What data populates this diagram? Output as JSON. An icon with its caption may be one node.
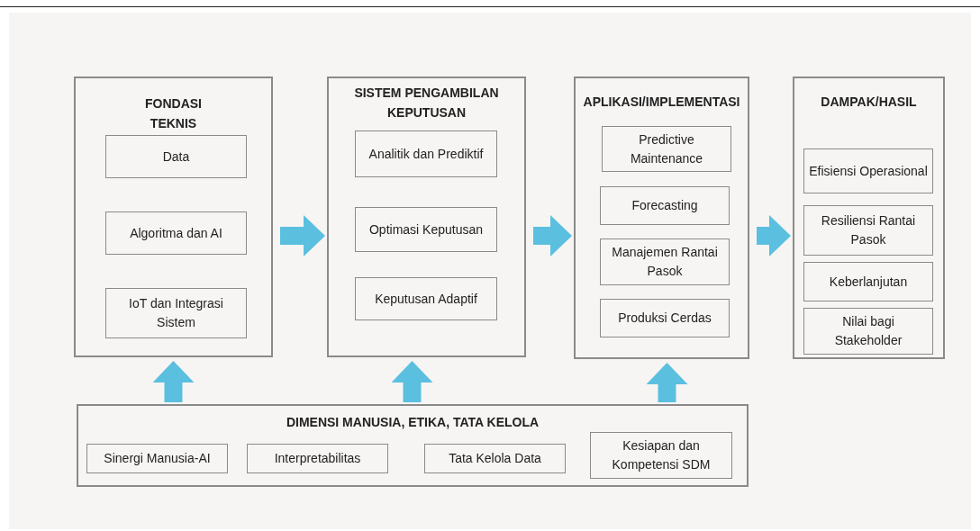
{
  "diagram": {
    "nodes": [
      {
        "text": [
          "FONDASI TEKNIS"
        ]
      },
      {
        "text": [
          "Data"
        ],
        "in": 0
      },
      {
        "text": [
          "Algoritma dan AI"
        ],
        "in": 0
      },
      {
        "text": [
          "IoT dan Integrasi Sistem"
        ],
        "in": 0
      },
      {
        "text": [
          "SISTEM PENGAMBILAN KEPUTUSAN"
        ]
      },
      {
        "text": [
          "Analitik dan Prediktif"
        ],
        "in": 4
      },
      {
        "text": [
          "Optimasi Keputusan"
        ],
        "in": 4
      },
      {
        "text": [
          "Keputusan Adaptif"
        ],
        "in": 4
      },
      {
        "text": [
          "APLIKASI/IMPLEMENTASI"
        ]
      },
      {
        "text": [
          "Predictive Maintenance"
        ],
        "in": 8
      },
      {
        "text": [
          "Forecasting"
        ],
        "in": 8
      },
      {
        "text": [
          "Manajemen Rantai Pasok"
        ],
        "in": 8
      },
      {
        "text": [
          "Produksi Cerdas"
        ],
        "in": 8
      },
      {
        "text": [
          "DAMPAK/HASIL"
        ]
      },
      {
        "text": [
          "Efisiensi Operasional"
        ],
        "in": 13
      },
      {
        "text": [
          "Resiliensi Rantai Pasok"
        ],
        "in": 13
      },
      {
        "text": [
          "Keberlanjutan"
        ],
        "in": 13
      },
      {
        "text": [
          "Nilai bagi Stakeholder"
        ],
        "in": 13
      },
      {
        "text": [
          "DIMENSI MANUSIA, ETIKA, TATA KELOLA"
        ]
      },
      {
        "text": [
          "Sinergi Manusia-AI"
        ],
        "in": 18
      },
      {
        "text": [
          "Interpretabilitas"
        ],
        "in": 18
      },
      {
        "text": [
          "Tata Kelola Data"
        ],
        "in": 18
      },
      {
        "text": [
          "Kesiapan dan Kompetensi SDM"
        ],
        "in": 18
      }
    ],
    "edges": [
      {
        "from": 0,
        "to": 4,
        "arrow": "to"
      },
      {
        "from": 4,
        "to": 8,
        "arrow": "to"
      },
      {
        "from": 8,
        "to": 13,
        "arrow": "to"
      },
      {
        "from": 18,
        "to": 0,
        "arrow": "to"
      },
      {
        "from": 18,
        "to": 4,
        "arrow": "to"
      },
      {
        "from": 18,
        "to": 8,
        "arrow": "to"
      }
    ]
  }
}
